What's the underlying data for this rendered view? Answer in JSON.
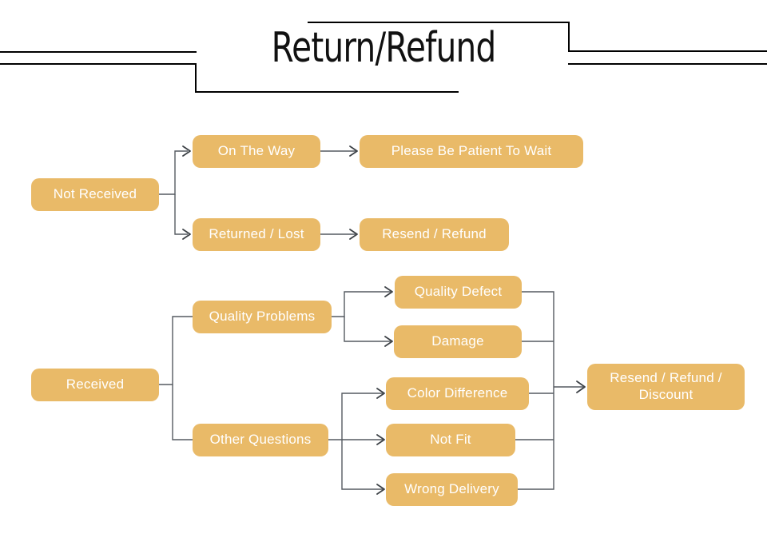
{
  "page": {
    "title": "Return/Refund",
    "background_color": "#ffffff",
    "node_color": "#e9ba68",
    "node_text_color": "#ffffff",
    "connector_color": "#555a60",
    "title_color": "#111111"
  },
  "header": {
    "title": "Return/Refund",
    "decoration": "double-rule-left-and-right"
  },
  "chart_data": {
    "type": "diagram",
    "title": "Return/Refund",
    "nodes": [
      {
        "id": "not_received",
        "label": "Not Received"
      },
      {
        "id": "on_the_way",
        "label": "On The Way"
      },
      {
        "id": "please_wait",
        "label": "Please Be Patient To Wait"
      },
      {
        "id": "returned_lost",
        "label": "Returned / Lost"
      },
      {
        "id": "resend_refund",
        "label": "Resend / Refund"
      },
      {
        "id": "received",
        "label": "Received"
      },
      {
        "id": "quality_problems",
        "label": "Quality Problems"
      },
      {
        "id": "other_questions",
        "label": "Other Questions"
      },
      {
        "id": "quality_defect",
        "label": "Quality Defect"
      },
      {
        "id": "damage",
        "label": "Damage"
      },
      {
        "id": "color_difference",
        "label": "Color Difference"
      },
      {
        "id": "not_fit",
        "label": "Not Fit"
      },
      {
        "id": "wrong_delivery",
        "label": "Wrong Delivery"
      },
      {
        "id": "resend_refund_discount",
        "label": "Resend / Refund / Discount",
        "line1": "Resend / Refund /",
        "line2": "Discount"
      }
    ],
    "edges": [
      {
        "from": "not_received",
        "to": "on_the_way"
      },
      {
        "from": "not_received",
        "to": "returned_lost"
      },
      {
        "from": "on_the_way",
        "to": "please_wait"
      },
      {
        "from": "returned_lost",
        "to": "resend_refund"
      },
      {
        "from": "received",
        "to": "quality_problems"
      },
      {
        "from": "received",
        "to": "other_questions"
      },
      {
        "from": "quality_problems",
        "to": "quality_defect"
      },
      {
        "from": "quality_problems",
        "to": "damage"
      },
      {
        "from": "other_questions",
        "to": "color_difference"
      },
      {
        "from": "other_questions",
        "to": "not_fit"
      },
      {
        "from": "other_questions",
        "to": "wrong_delivery"
      },
      {
        "from": "quality_defect",
        "to": "resend_refund_discount"
      },
      {
        "from": "damage",
        "to": "resend_refund_discount"
      },
      {
        "from": "color_difference",
        "to": "resend_refund_discount"
      },
      {
        "from": "not_fit",
        "to": "resend_refund_discount"
      },
      {
        "from": "wrong_delivery",
        "to": "resend_refund_discount"
      }
    ]
  }
}
